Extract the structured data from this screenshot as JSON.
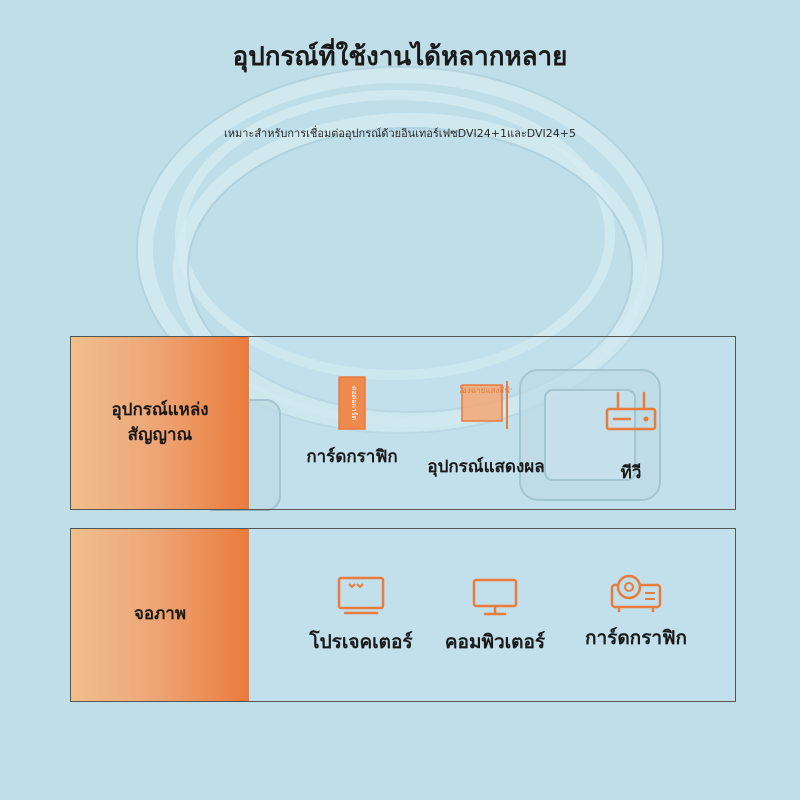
{
  "title": "อุปกรณ์ที่ใช้งานได้หลากหลาย",
  "subtitle": "เหมาะสำหรับการเชื่อมต่ออุปกรณ์ด้วยอินเทอร์เฟซDVI24+1และDVI24+5",
  "colors": {
    "accent": "#e97b3c",
    "background": "#bfdee8"
  },
  "signal_panel": {
    "label": "อุปกรณ์แหล่งสัญญาณ",
    "items": [
      {
        "label": "การ์ดกราฟิก",
        "icon": "graphics-card-icon",
        "icon_text": "ต่อต่อการ์ด"
      },
      {
        "label": "อุปกรณ์แสดงผล",
        "icon": "projection-device-icon",
        "icon_text": "เครื่องฉายแสงสีฟ้า"
      },
      {
        "label": "ทีวี",
        "icon": "tv-box-icon"
      }
    ]
  },
  "display_panel": {
    "label": "จอภาพ",
    "items": [
      {
        "label": "โปรเจคเตอร์",
        "icon": "tv-icon"
      },
      {
        "label": "คอมพิวเตอร์",
        "icon": "monitor-icon"
      },
      {
        "label": "การ์ดกราฟิก",
        "icon": "projector-icon"
      }
    ]
  }
}
